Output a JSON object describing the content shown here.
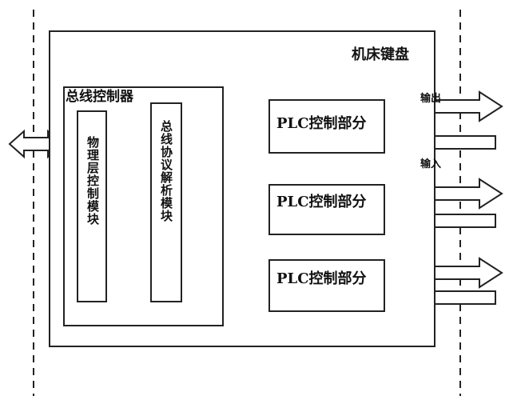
{
  "title": "机床键盘",
  "bus_controller": {
    "title": "总线控制器",
    "physical_layer_module": "物理层控制模块",
    "protocol_module": "总线协议解析模块"
  },
  "plc_units": [
    {
      "label": "PLC控制部分"
    },
    {
      "label": "PLC控制部分"
    },
    {
      "label": "PLC控制部分"
    }
  ],
  "io": {
    "output_label": "输出",
    "input_label": "输入"
  },
  "colors": {
    "line": "#222222",
    "background": "#ffffff"
  }
}
